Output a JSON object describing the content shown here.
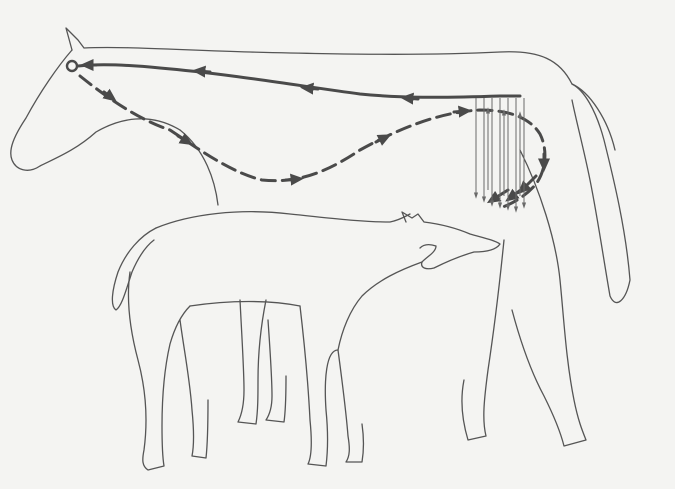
{
  "diagram": {
    "subject": "mare-and-foal-nursing",
    "colors": {
      "background": "#f4f4f2",
      "outline": "#555555",
      "arrow": "#4a4a4a"
    },
    "pathways": [
      {
        "name": "afferent-pathway",
        "style": "solid",
        "direction": "udder-to-brain"
      },
      {
        "name": "efferent-pathway",
        "style": "dashed",
        "direction": "brain-to-udder"
      },
      {
        "name": "milk-release-arrows",
        "style": "thin",
        "direction": "downward"
      }
    ]
  }
}
